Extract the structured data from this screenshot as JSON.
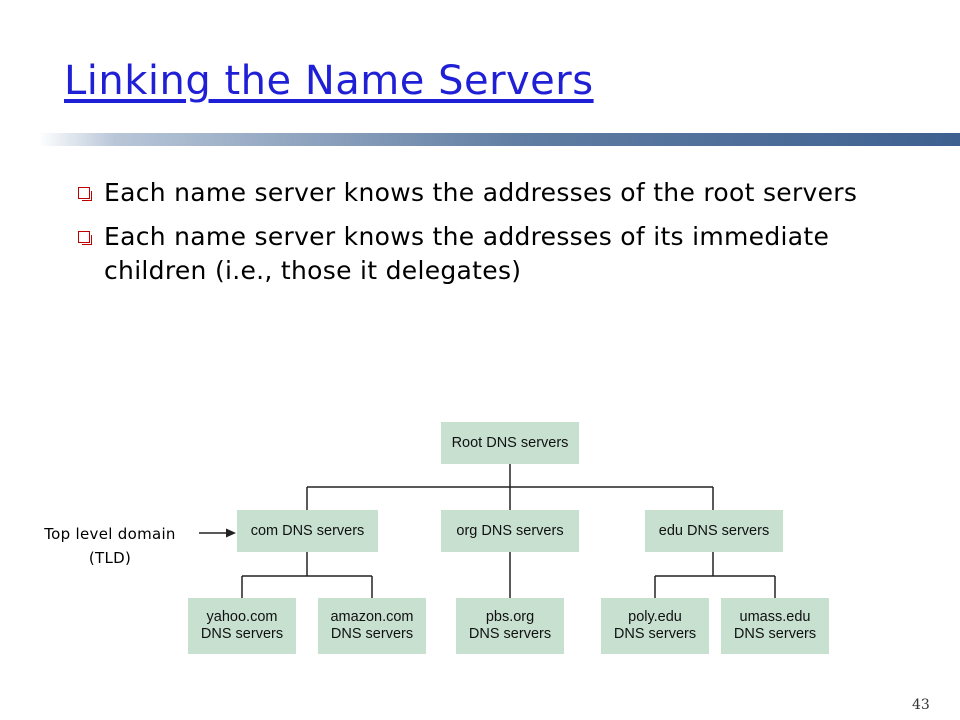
{
  "slide": {
    "title": "Linking the Name Servers",
    "bullets": [
      "Each name server knows the addresses of the root servers",
      "Each name server knows the addresses of its immediate children (i.e., those it delegates)"
    ],
    "page_number": "43"
  },
  "diagram": {
    "root": "Root DNS servers",
    "tld": [
      "com DNS servers",
      "org DNS servers",
      "edu DNS servers"
    ],
    "authoritative": [
      {
        "line1": "yahoo.com",
        "line2": "DNS servers"
      },
      {
        "line1": "amazon.com",
        "line2": "DNS servers"
      },
      {
        "line1": "pbs.org",
        "line2": "DNS servers"
      },
      {
        "line1": "poly.edu",
        "line2": "DNS servers"
      },
      {
        "line1": "umass.edu",
        "line2": "DNS servers"
      }
    ],
    "annotation": {
      "line1": "Top level domain",
      "line2": "(TLD)"
    },
    "node_color": "#c7e0d0"
  }
}
